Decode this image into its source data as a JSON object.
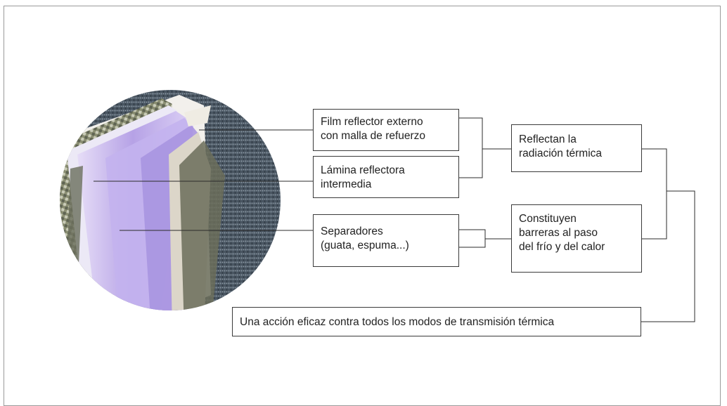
{
  "image": {
    "subject": "multilayer reflective insulation cross-section"
  },
  "boxes": {
    "film_line1": "Film reflector externo",
    "film_line2": "con malla de refuerzo",
    "lamina_line1": "Lámina reflectora",
    "lamina_line2": "intermedia",
    "separadores_line1": "Separadores",
    "separadores_line2": "(guata, espuma...)",
    "reflectan_line1": "Reflectan la",
    "reflectan_line2": "radiación térmica",
    "constituyen_line1": "Constituyen",
    "constituyen_line2": "barreras al paso",
    "constituyen_line3": "del frío y del calor",
    "summary": "Una acción eficaz contra todos los modos de transmisión térmica"
  },
  "colors": {
    "line": "#2b2b2b",
    "layer_purple": "#b9a6e8",
    "layer_mesh": "#4e5a66"
  }
}
